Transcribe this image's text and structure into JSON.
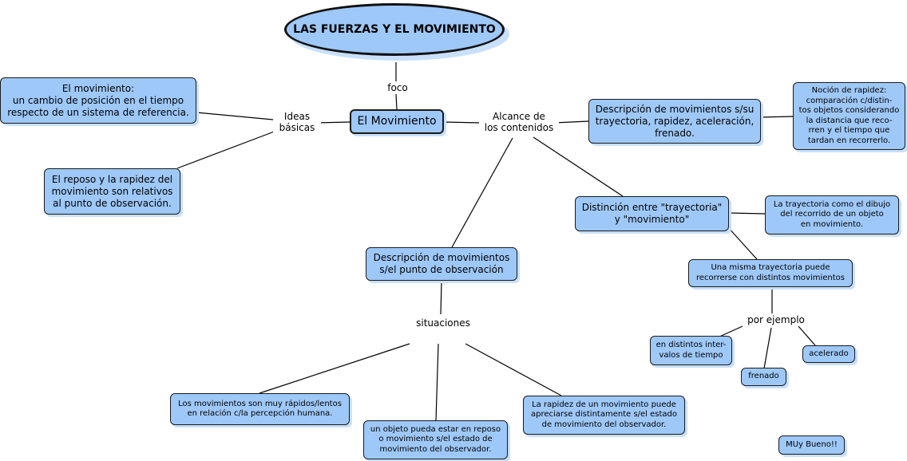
{
  "title": "LAS FUERZAS Y EL MOVIMIENTO",
  "center": "El Movimiento",
  "link_labels": {
    "foco": "foco",
    "ideas": "Ideas\nbásicas",
    "alcance": "Alcance de\nlos contenidos",
    "situaciones": "situaciones",
    "por_ejemplo": "por ejemplo"
  },
  "nodes": {
    "movimiento_def": "El movimiento:\nun cambio de posición en el tiempo\nrespecto de un sistema de referencia.",
    "reposo": "El reposo y la rapidez del\nmovimiento son relativos\nal punto de observación.",
    "descripcion_trayectoria": "Descripción de movimientos s/su\ntrayectoria, rapidez, aceleración,\nfrenado.",
    "nocion_rapidez": "Noción de rapidez:\ncomparación c/distin-\ntos objetos considerando\nla distancia que reco-\nrren y el tiempo que\ntardan en recorrerlo.",
    "distincion": "Distinción entre \"trayectoria\"\ny \"movimiento\"",
    "trayectoria_dibujo": "La trayectoria como el dibujo\ndel recorrido de un objeto\nen movimiento.",
    "misma_trayectoria": "Una misma trayectoria puede\nrecorrerse con distintos movimientos",
    "intervalos": "en distintos inter-\nvalos de tiempo",
    "frenado": "frenado",
    "acelerado": "acelerado",
    "descripcion_punto": "Descripción de movimientos\ns/el punto de observación",
    "rapidos_lentos": "Los movimientos son muy rápidos/lentos\nen relación c/la percepción humana.",
    "objeto_reposo": "un objeto pueda estar en reposo\no movimiento s/el estado de\nmovimiento del observador.",
    "rapidez_apreciarse": "La rapidez de un movimiento puede\napreciarse distintamente s/el estado\nde movimiento del observador.",
    "muy_bueno": "MUy Bueno!!"
  },
  "colors": {
    "node_fill": "#9ec8f8",
    "border": "#1a1a1a",
    "line": "#000000"
  }
}
